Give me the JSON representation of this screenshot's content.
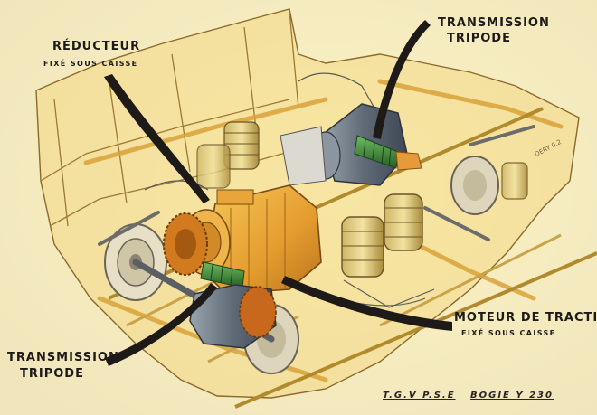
{
  "labels": {
    "reducteur_title": "Réducteur",
    "reducteur_sub": "fixé sous caisse",
    "trans_top_title": "Transmission",
    "trans_top_sub": "tripode",
    "trans_bottom_title": "Transmission",
    "trans_bottom_sub": "tripode",
    "moteur_title": "Moteur de traction",
    "moteur_sub": "fixé sous caisse"
  },
  "caption": {
    "train": "T.G.V  P.S.E",
    "bogie": "BOGIE   Y 230"
  },
  "signature": "DERY 0.2",
  "colors": {
    "paper": "#f4eecf",
    "frame": "#e0b34a",
    "motor": "#e9a93a",
    "spring": "#d7c27a",
    "steel": "#6f7a86",
    "green": "#3f8a3c",
    "ink": "#1d1a18"
  }
}
